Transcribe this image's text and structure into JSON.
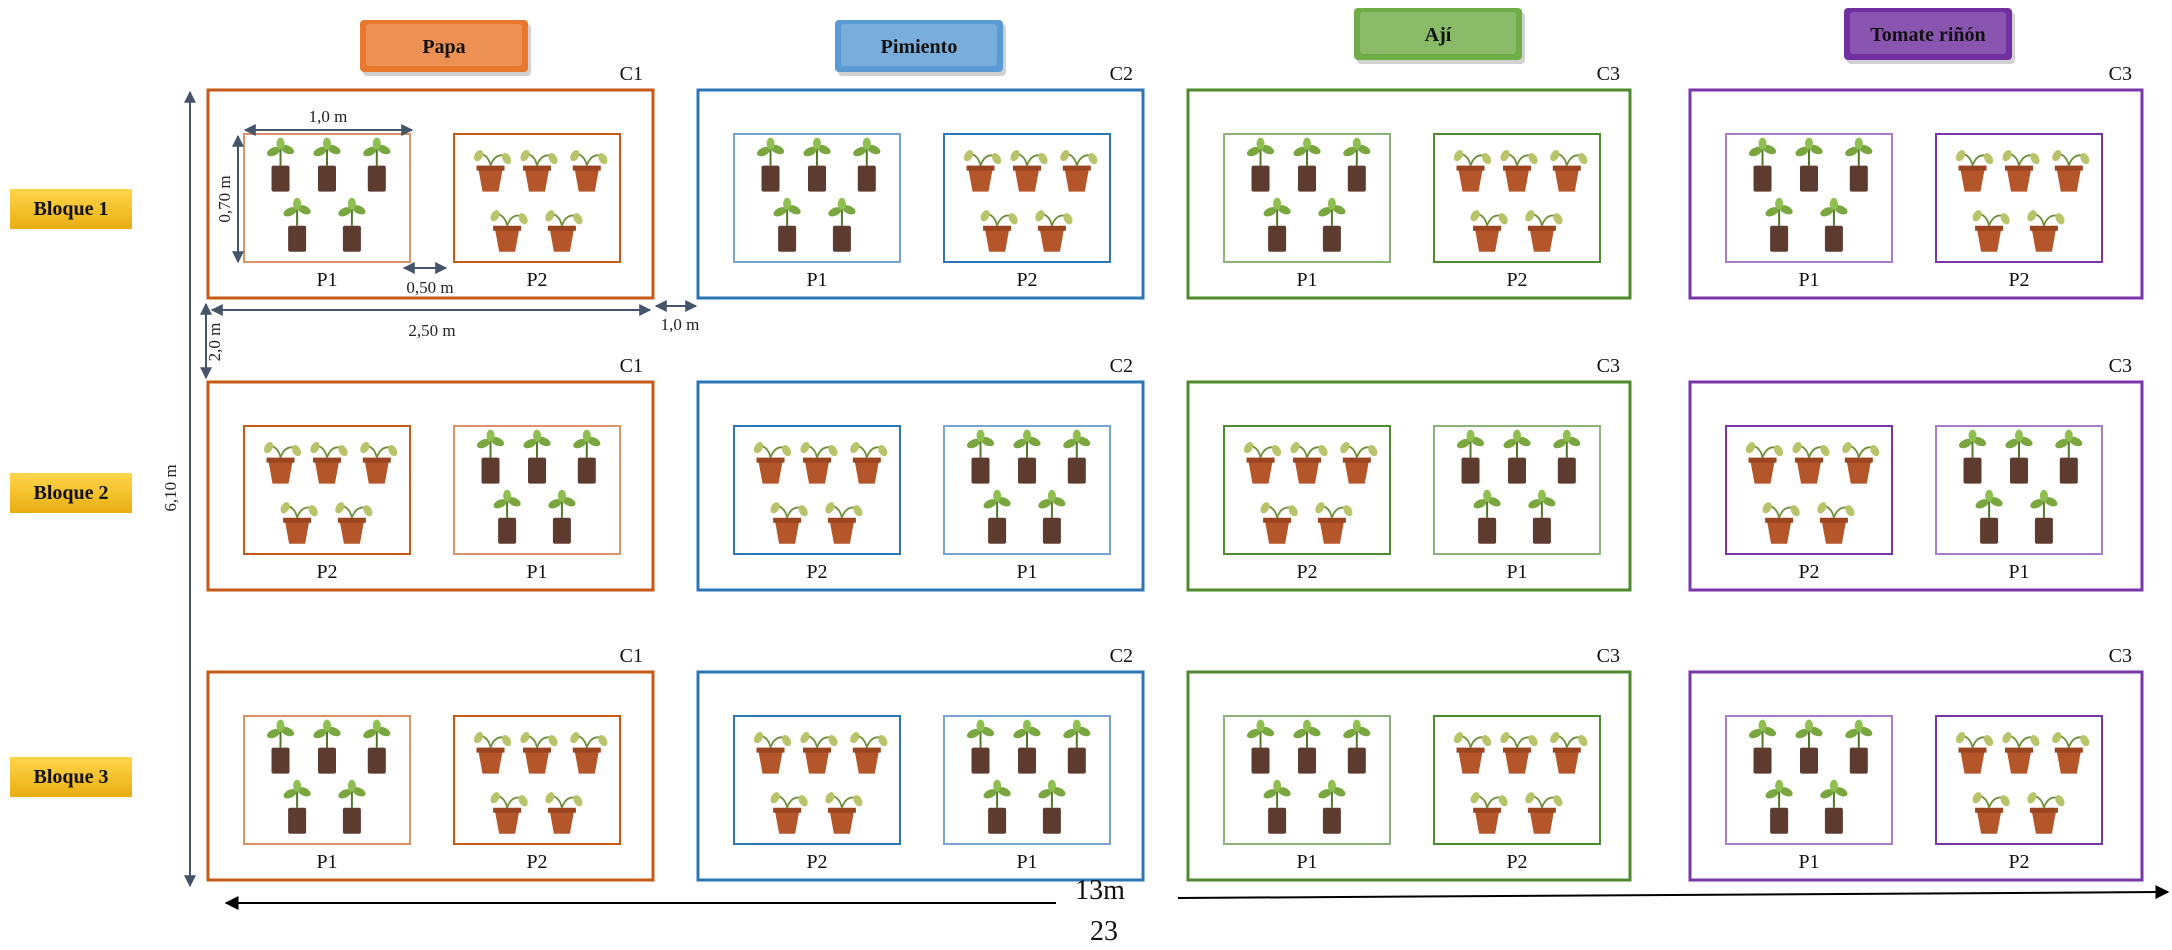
{
  "crops": [
    {
      "name": "Papa",
      "color": "#c65a16",
      "banner": "#e9782e"
    },
    {
      "name": "Pimiento",
      "color": "#2e75b6",
      "banner": "#5b9bd5"
    },
    {
      "name": "Ají",
      "color": "#4e8a2e",
      "banner": "#70ad47"
    },
    {
      "name": "Tomate riñón",
      "color": "#7a35a8",
      "banner": "#7030a0"
    }
  ],
  "blocks": [
    {
      "label": "Bloque 1",
      "plots": [
        [
          "P1",
          "P2"
        ],
        [
          "P1",
          "P2"
        ],
        [
          "P1",
          "P2"
        ],
        [
          "P1",
          "P2"
        ]
      ]
    },
    {
      "label": "Bloque 2",
      "plots": [
        [
          "P2",
          "P1"
        ],
        [
          "P2",
          "P1"
        ],
        [
          "P2",
          "P1"
        ],
        [
          "P2",
          "P1"
        ]
      ]
    },
    {
      "label": "Bloque 3",
      "plots": [
        [
          "P1",
          "P2"
        ],
        [
          "P2",
          "P1"
        ],
        [
          "P1",
          "P2"
        ],
        [
          "P1",
          "P2"
        ]
      ]
    }
  ],
  "cluster_ids": [
    [
      "C1",
      "C2",
      "C3",
      "C3"
    ],
    [
      "C1",
      "C2",
      "C3",
      "C3"
    ],
    [
      "C1",
      "C2",
      "C3",
      "C3"
    ]
  ],
  "dimensions": {
    "plot_width": "1,0 m",
    "plot_height": "0,70 m",
    "plot_gap": "0,50 m",
    "cluster_width": "2,50 m",
    "cluster_gap": "1,0 m",
    "block_gap": "2,0 m",
    "total_height": "6,10 m",
    "total_width": "13m"
  },
  "page_number": "23",
  "colors": {
    "block_label_fill": "#f6c325",
    "p1_pot": "#5e3b2f",
    "p2_pot": "#b5562a",
    "plant_green": "#7aa640",
    "arrow": "#000000",
    "dim_arrow": "#44546a"
  },
  "icons": {
    "p1_plant": "potted-seedling-icon",
    "p2_plant": "wilted-plant-pot-icon"
  }
}
